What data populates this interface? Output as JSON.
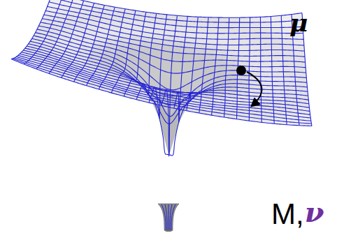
{
  "diagram": {
    "labels": [
      "μ",
      "M,",
      "ν"
    ]
  }
}
